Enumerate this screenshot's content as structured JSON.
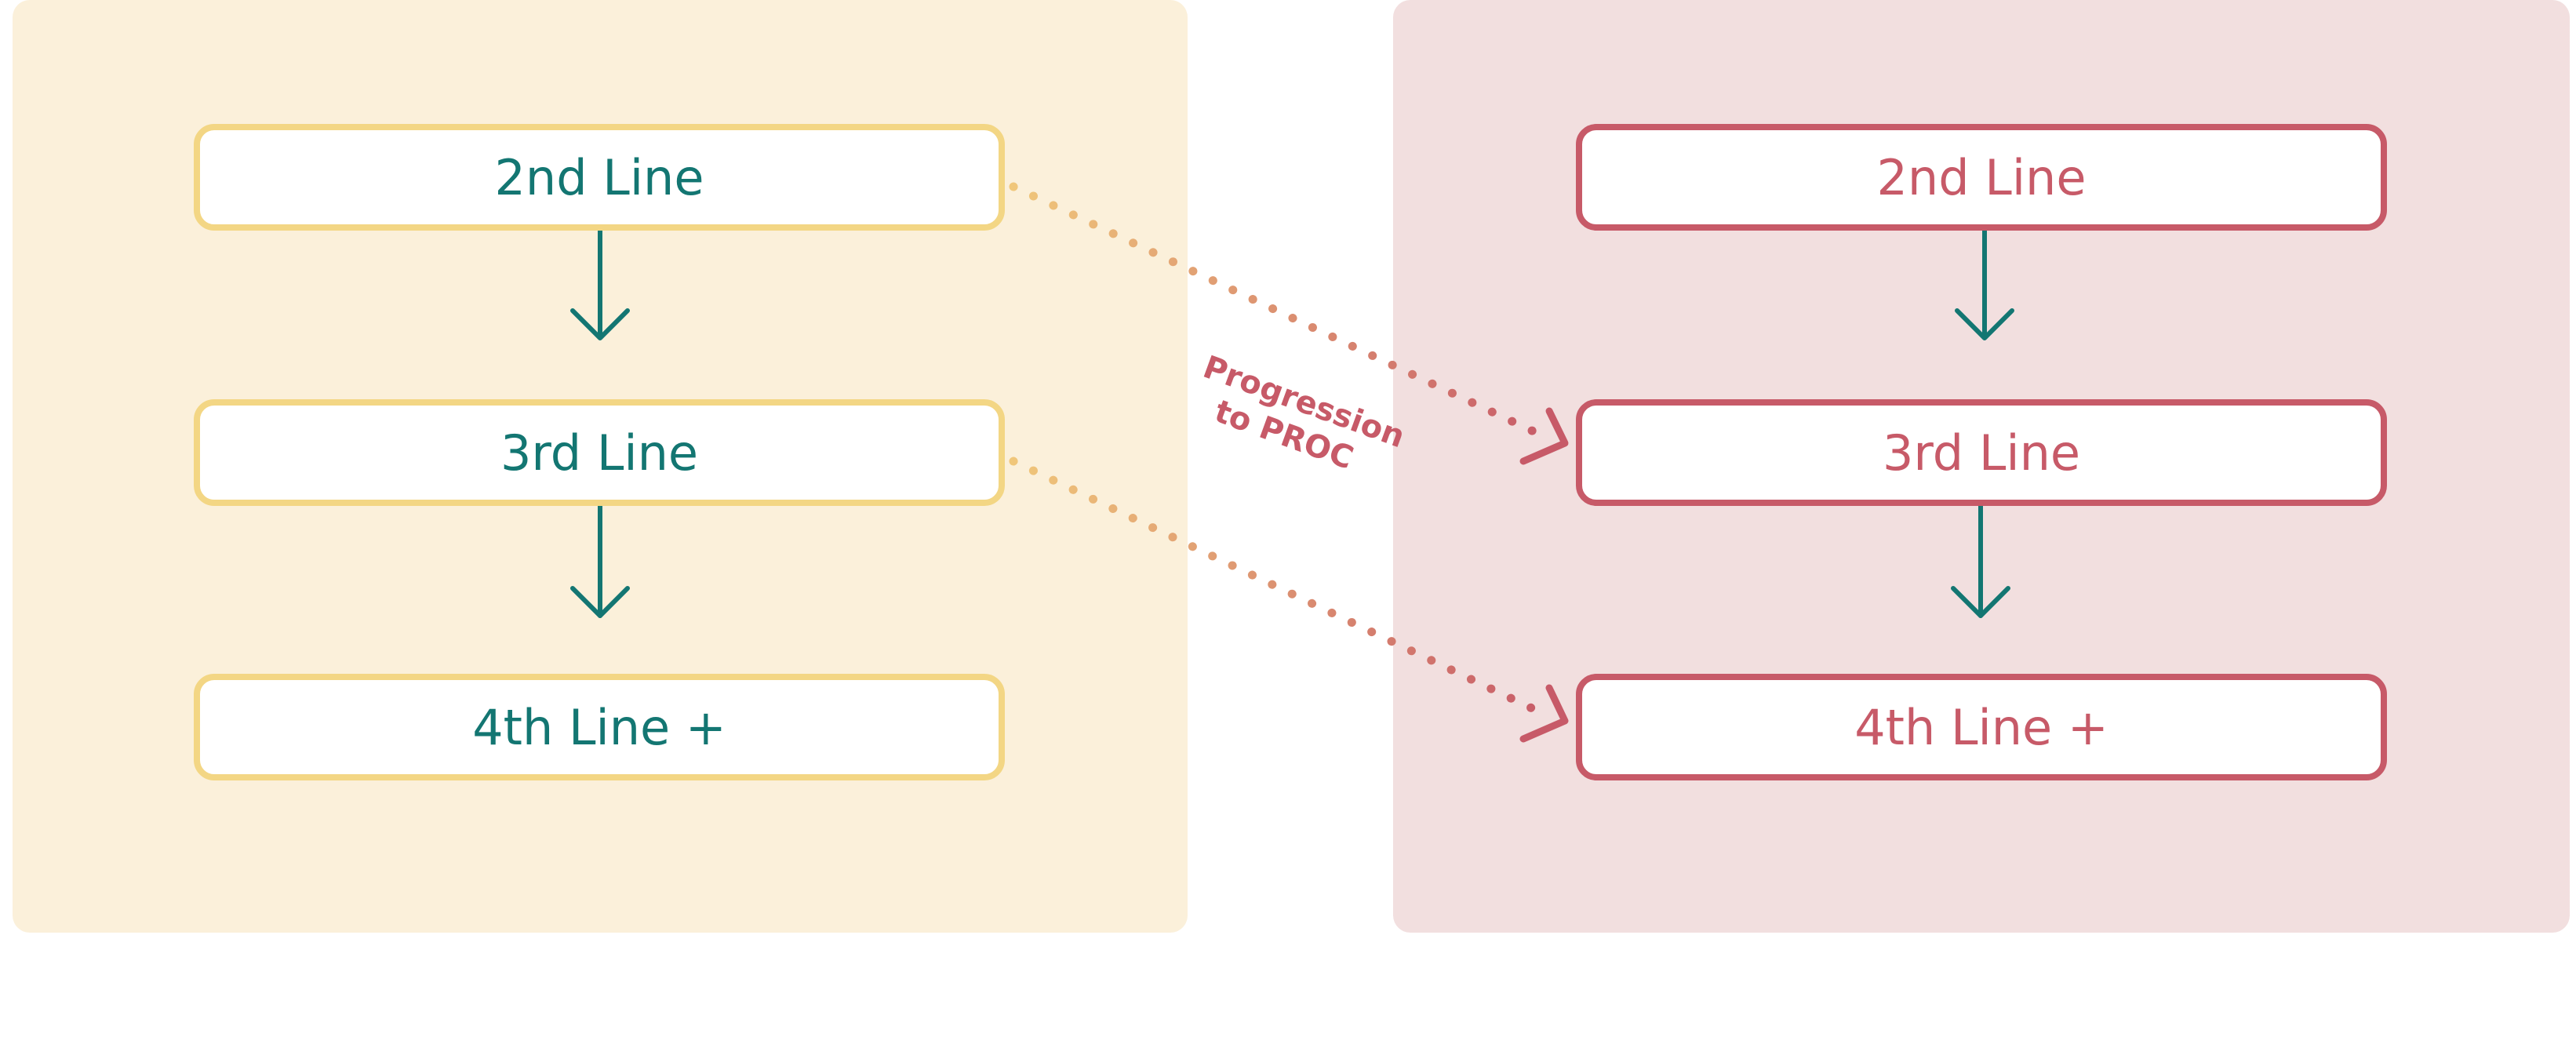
{
  "left_panel": {
    "nodes": [
      {
        "label": "2nd Line"
      },
      {
        "label": "3rd Line"
      },
      {
        "label": "4th Line +"
      }
    ]
  },
  "right_panel": {
    "nodes": [
      {
        "label": "2nd Line"
      },
      {
        "label": "3rd Line"
      },
      {
        "label": "4th Line +"
      }
    ]
  },
  "progression_label": {
    "line1": "Progression",
    "line2": "to PROC"
  },
  "colors": {
    "left_panel_bg": "#fbf0da",
    "right_panel_bg": "#f2dfdf",
    "left_border": "#f3d684",
    "right_border": "#c75a68",
    "teal_text": "#137672",
    "pink_text": "#c75a68",
    "dotted_start": "#f0c77a",
    "dotted_end": "#c75a68"
  }
}
